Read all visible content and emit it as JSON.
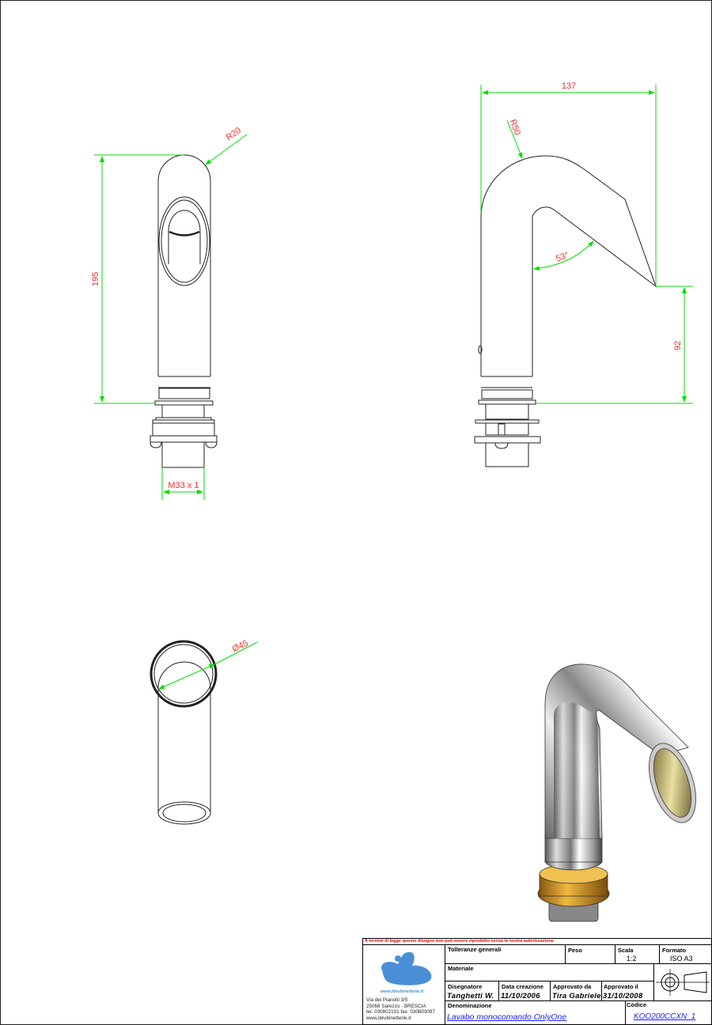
{
  "dimensions": {
    "front_height": "195",
    "front_radius": "R20",
    "thread": "M33 x 1",
    "side_width": "137",
    "side_radius": "R50",
    "side_angle": "53°",
    "side_outlet_height": "92",
    "top_diameter": "Ø45"
  },
  "colors": {
    "dimension_line": "#00e000",
    "dimension_text": "#ff2a2a",
    "logo": "#4a8fd6",
    "brass": "#d9a030"
  },
  "title_block": {
    "copyright_notice": "A termini di legge questo disegno non può essere riprodotto senza la nostra autorizzazione",
    "company": {
      "website_logo": "www.ibrubinetterie.it",
      "address_line1": "Via dei Pianotti 3/5",
      "address_line2": "25068 Sarezzo - BRESCIA",
      "address_line3": "tel. 030802101 fax. 030803097",
      "address_line4": "www.ibrubinetterie.it"
    },
    "tolleranze_label": "Tolleranze generali",
    "peso_label": "Peso",
    "scala_label": "Scala",
    "scala_value": "1:2",
    "formato_label": "Formato",
    "formato_value": "ISO A3",
    "materiale_label": "Materiale",
    "disegnatore_label": "Disegnatore",
    "disegnatore_value": "Tanghetti W.",
    "data_creazione_label": "Data creazione",
    "data_creazione_value": "11/10/2006",
    "approvato_da_label": "Approvato da",
    "approvato_da_value": "Tira Gabriele",
    "approvato_il_label": "Approvato il",
    "approvato_il_value": "31/10/2008",
    "denominazione_label": "Denominazione",
    "denominazione_value": "Lavabo monocomando OnlyOne",
    "codice_label": "Codice",
    "codice_value": "KOO200CCXN_1"
  }
}
